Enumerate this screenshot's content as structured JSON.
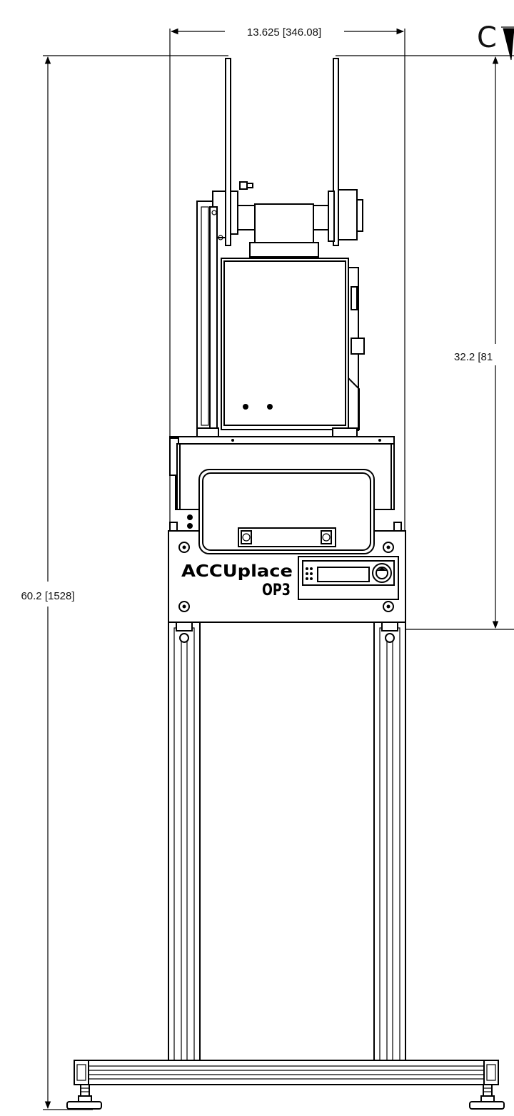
{
  "drawing": {
    "section_marker": "C",
    "dimensions": {
      "overall_width": "13.625 [346.08]",
      "overall_height": "60.2 [1528]",
      "top_unit_height": "32.2 [81"
    },
    "brand": {
      "name": "ACCUplace",
      "model": "OP3"
    }
  }
}
